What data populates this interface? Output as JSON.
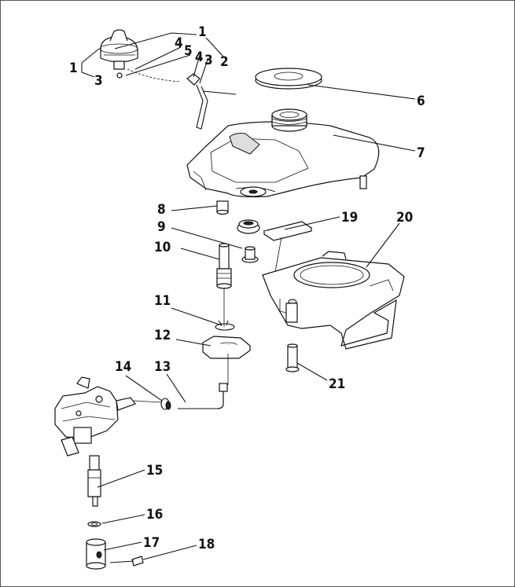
{
  "labels": {
    "p1a": "1",
    "p1b": "1",
    "p2": "2",
    "p3a": "3",
    "p3b": "3",
    "p4a": "4",
    "p4b": "4",
    "p5": "5",
    "p6": "6",
    "p7": "7",
    "p8": "8",
    "p9": "9",
    "p10": "10",
    "p11": "11",
    "p12": "12",
    "p13": "13",
    "p14": "14",
    "p15": "15",
    "p16": "16",
    "p17": "17",
    "p18": "18",
    "p19": "19",
    "p20": "20",
    "p21": "21"
  }
}
